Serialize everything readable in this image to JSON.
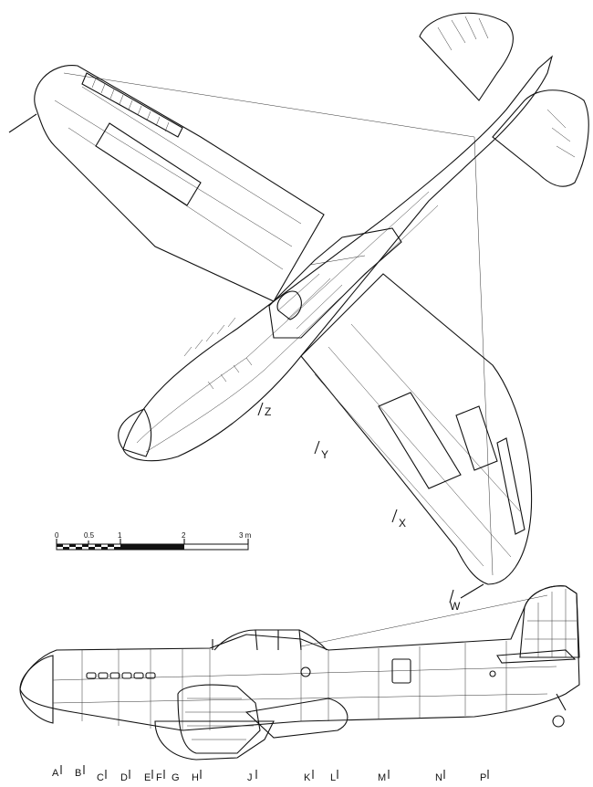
{
  "plan_section_labels": [
    "Z",
    "Y",
    "X",
    "W"
  ],
  "scale_bar": {
    "ticks": [
      "0",
      "0.5",
      "1",
      "2",
      "3 m"
    ]
  },
  "side_section_labels": [
    "A",
    "B",
    "C",
    "D",
    "E",
    "F",
    "G",
    "H",
    "J",
    "K",
    "L",
    "M",
    "N",
    "P"
  ]
}
